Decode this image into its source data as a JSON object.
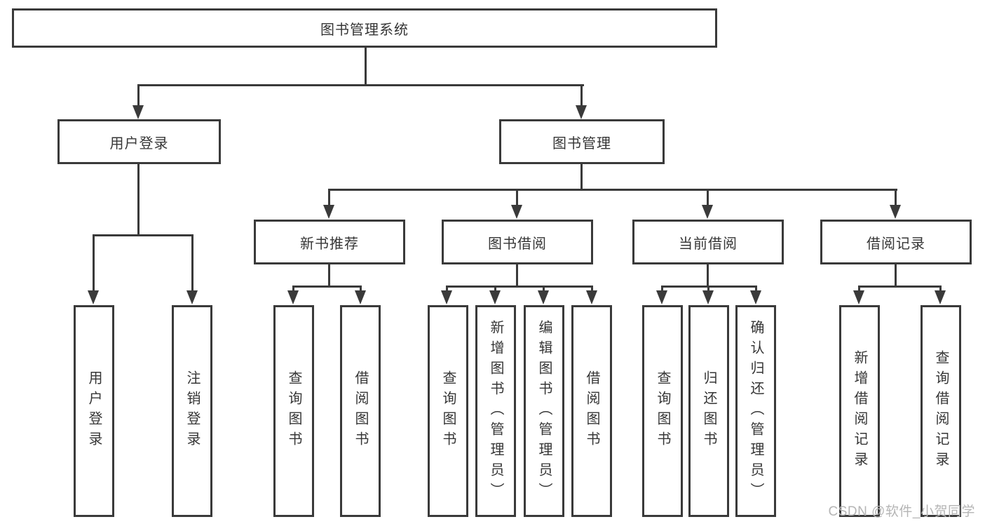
{
  "diagram": {
    "root": {
      "label": "图书管理系统"
    },
    "branches": [
      {
        "label": "用户登录",
        "children": [
          "用户登录",
          "注销登录"
        ]
      },
      {
        "label": "图书管理"
      }
    ],
    "sections": [
      {
        "label": "新书推荐",
        "children": [
          "查询图书",
          "借阅图书"
        ]
      },
      {
        "label": "图书借阅",
        "children": [
          "查询图书",
          "新增图书（管理员）",
          "编辑图书（管理员）",
          "借阅图书"
        ]
      },
      {
        "label": "当前借阅",
        "children": [
          "查询图书",
          "归还图书",
          "确认归还（管理员）"
        ]
      },
      {
        "label": "借阅记录",
        "children": [
          "新增借阅记录",
          "查询借阅记录"
        ]
      }
    ]
  },
  "watermark": "CSDN @软件_小贺同学",
  "colors": {
    "line": "#3a3a3a",
    "text": "#363636",
    "watermark": "#b5b5b5",
    "background": "#ffffff"
  }
}
